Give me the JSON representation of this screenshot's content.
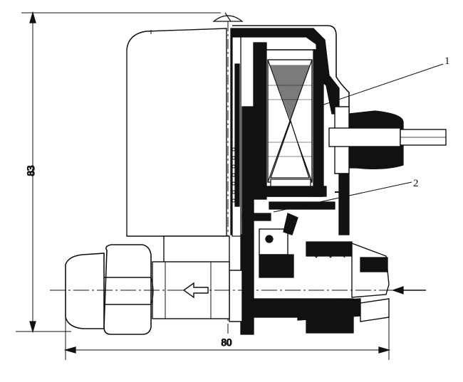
{
  "figure": {
    "dimensions": {
      "height": "83",
      "width": "80"
    },
    "callouts": [
      {
        "id": "1",
        "text": "1"
      },
      {
        "id": "2",
        "text": "2"
      }
    ],
    "colors": {
      "ink": "#111111",
      "paper": "#ffffff"
    }
  }
}
